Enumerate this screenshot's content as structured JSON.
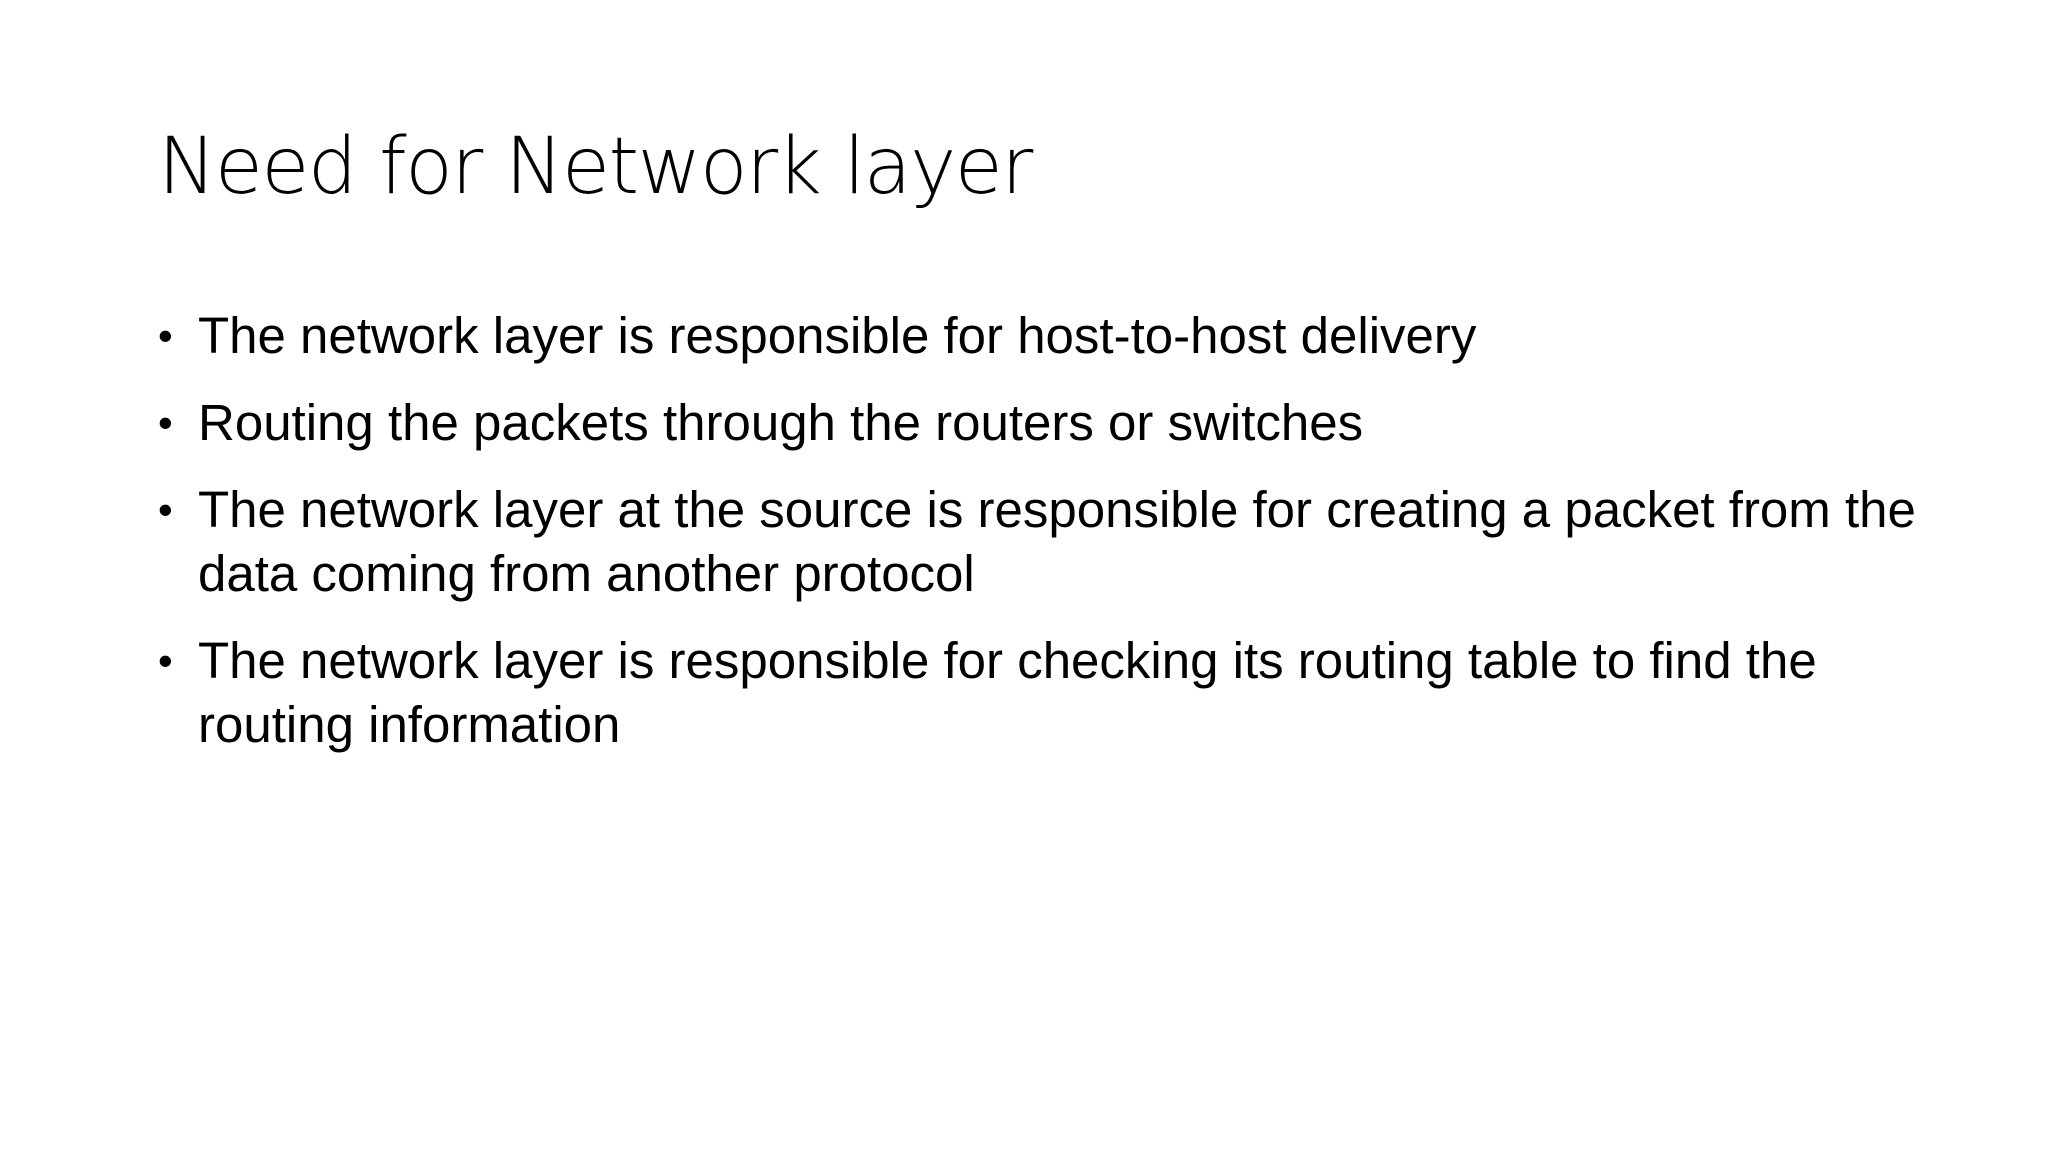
{
  "slide": {
    "title": "Need for Network layer",
    "bullet_symbol": "•",
    "bullets": [
      "The network layer is responsible for host-to-host delivery",
      "Routing the packets through the routers or switches",
      "The network layer at the source is responsible for creating a packet from the data coming from another protocol",
      "The network layer is responsible for checking its routing table to find the routing information"
    ]
  }
}
